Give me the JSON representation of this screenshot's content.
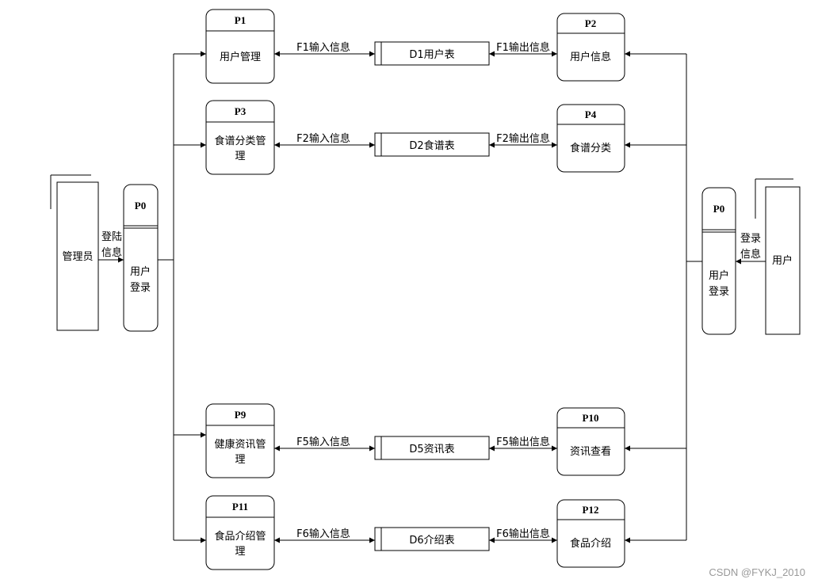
{
  "processes": {
    "p1": {
      "id": "P1",
      "line1": "用户管理",
      "line2": ""
    },
    "p2": {
      "id": "P2",
      "line1": "用户信息",
      "line2": ""
    },
    "p3": {
      "id": "P3",
      "line1": "食谱分类管",
      "line2": "理"
    },
    "p4": {
      "id": "P4",
      "line1": "食谱分类",
      "line2": ""
    },
    "p9": {
      "id": "P9",
      "line1": "健康资讯管",
      "line2": "理"
    },
    "p10": {
      "id": "P10",
      "line1": "资讯查看",
      "line2": ""
    },
    "p11": {
      "id": "P11",
      "line1": "食品介绍管",
      "line2": "理"
    },
    "p12": {
      "id": "P12",
      "line1": "食品介绍",
      "line2": ""
    },
    "p0_left": {
      "id": "P0",
      "line1": "用户",
      "line2": "登录"
    },
    "p0_right": {
      "id": "P0",
      "line1": "用户",
      "line2": "登录"
    }
  },
  "entities": {
    "admin": "管理员",
    "user": "用户"
  },
  "stores": {
    "d1": "D1用户表",
    "d2": "D2食谱表",
    "d5": "D5资讯表",
    "d6": "D6介绍表"
  },
  "flows": {
    "f1_in": "F1输入信息",
    "f1_out": "F1输出信息",
    "f2_in": "F2输入信息",
    "f2_out": "F2输出信息",
    "f5_in": "F5输入信息",
    "f5_out": "F5输出信息",
    "f6_in": "F6输入信息",
    "f6_out": "F6输出信息",
    "admin_login_1": "登陆",
    "admin_login_2": "信息",
    "user_login_1": "登录",
    "user_login_2": "信息"
  },
  "watermark": "CSDN @FYKJ_2010"
}
